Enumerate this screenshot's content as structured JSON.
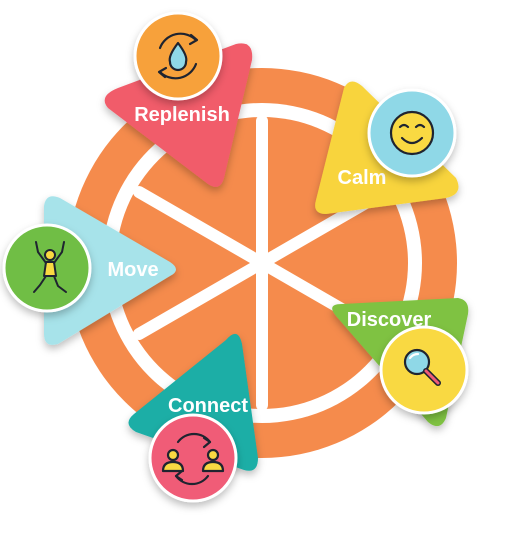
{
  "colors": {
    "orange": "#f58b4c",
    "white": "#ffffff",
    "replenish": "#f15b6a",
    "calm": "#f8d43c",
    "move": "#a7e3ea",
    "discover": "#7fc242",
    "connect": "#1aaea6",
    "icon_orange": "#f7a13a",
    "icon_yellow": "#f9d942",
    "icon_cyan": "#8fd8e7",
    "icon_green": "#6fbe44",
    "icon_pink": "#f05c77",
    "line": "#1f2430"
  },
  "segments": [
    {
      "id": "replenish",
      "label": "Replenish",
      "icon": "water-drop-cycle-icon"
    },
    {
      "id": "calm",
      "label": "Calm",
      "icon": "smiley-face-icon"
    },
    {
      "id": "move",
      "label": "Move",
      "icon": "jumping-person-icon"
    },
    {
      "id": "discover",
      "label": "Discover",
      "icon": "magnifying-glass-icon"
    },
    {
      "id": "connect",
      "label": "Connect",
      "icon": "two-people-cycle-icon"
    }
  ]
}
